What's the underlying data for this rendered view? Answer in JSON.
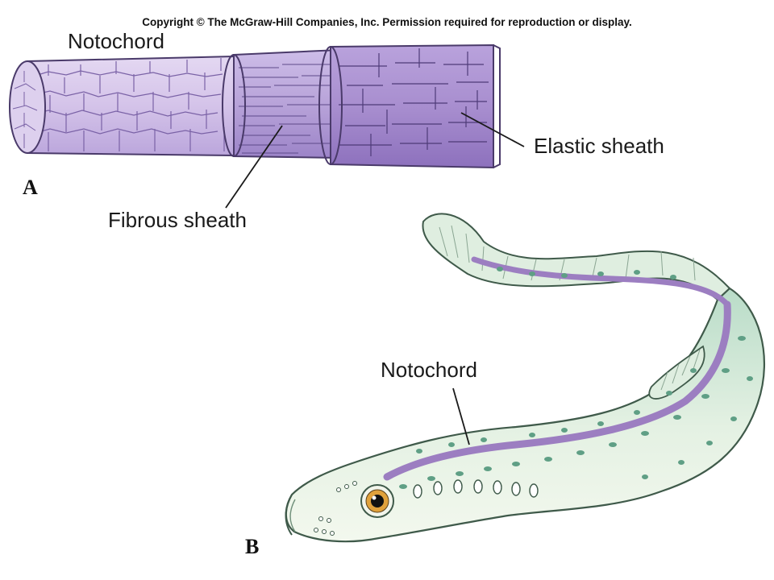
{
  "header": {
    "copyright": "Copyright © The McGraw-Hill Companies, Inc. Permission required for reproduction or display."
  },
  "panel_a": {
    "letter": "A",
    "labels": {
      "notochord": "Notochord",
      "fibrous_sheath": "Fibrous sheath",
      "elastic_sheath": "Elastic sheath"
    }
  },
  "panel_b": {
    "letter": "B",
    "labels": {
      "notochord": "Notochord"
    }
  },
  "colors": {
    "notochord_fill": "#d4c3e9",
    "fibrous_fill": "#b8a3d9",
    "elastic_fill": "#a88ecf",
    "outline": "#4a3a6a",
    "body_fill": "#dfeee0",
    "body_spots": "#5f9f85",
    "notochord_stripe": "#9c7ec1"
  }
}
